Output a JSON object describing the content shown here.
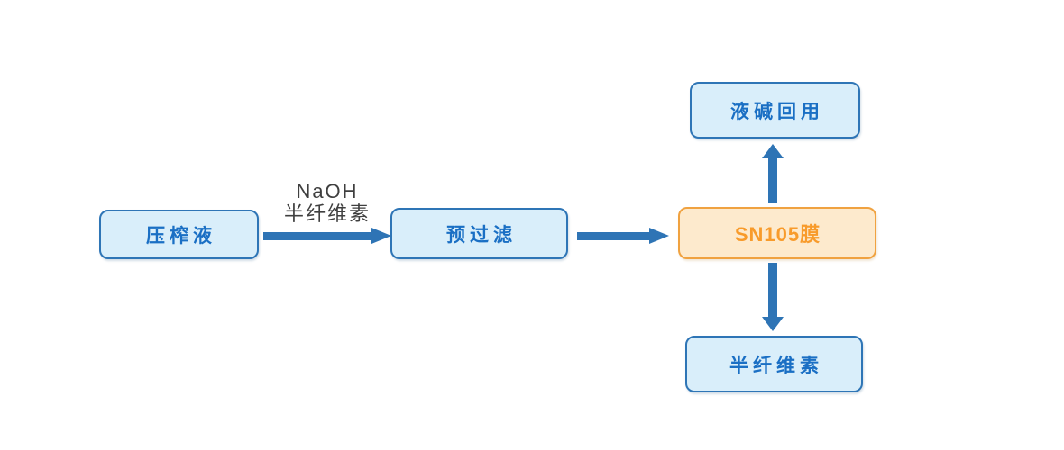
{
  "diagram": {
    "type": "process-flowchart",
    "nodes": {
      "press_liquid": {
        "label": "压榨液"
      },
      "prefilter": {
        "label": "预过滤"
      },
      "sn105_membrane": {
        "label": "SN105膜"
      },
      "alkali_reuse": {
        "label": "液碱回用"
      },
      "hemicellulose_out": {
        "label": "半纤维素"
      }
    },
    "edge_label": {
      "line1": "NaOH",
      "line2": "半纤维素"
    },
    "edges": [
      {
        "from": "press_liquid",
        "to": "prefilter",
        "label": "NaOH 半纤维素"
      },
      {
        "from": "prefilter",
        "to": "sn105_membrane",
        "label": ""
      },
      {
        "from": "sn105_membrane",
        "to": "alkali_reuse",
        "label": ""
      },
      {
        "from": "sn105_membrane",
        "to": "hemicellulose_out",
        "label": ""
      }
    ],
    "colors": {
      "blue_fill": "#D9EEFA",
      "blue_border": "#2E75B6",
      "blue_text": "#1A6FC4",
      "orange_fill": "#FDEACD",
      "orange_border": "#F0A240",
      "orange_text": "#F89B2B",
      "arrow": "#2E74B5",
      "edge_label_text": "#3F3F3F",
      "background": "#FFFFFF"
    }
  }
}
